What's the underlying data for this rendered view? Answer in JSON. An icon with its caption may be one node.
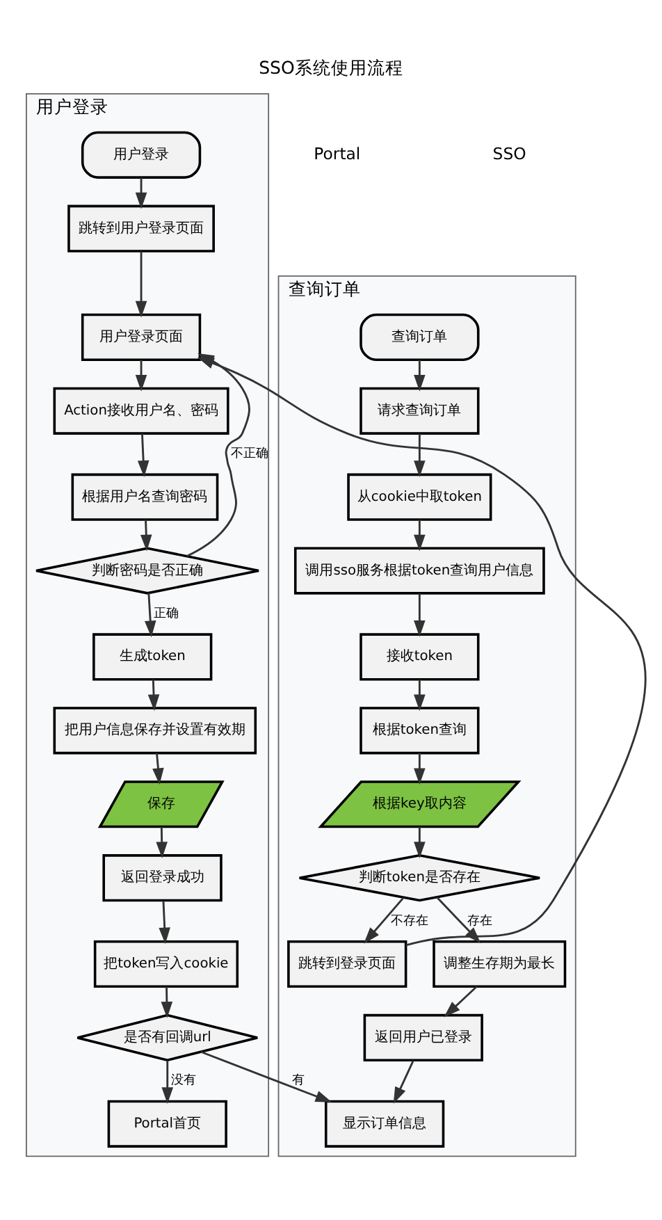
{
  "diagram": {
    "title": "SSO系统使用流程",
    "nodes": [
      {
        "text": [
          "用户登录"
        ]
      },
      {
        "text": [
          "用户登录"
        ],
        "in": 0
      },
      {
        "text": [
          "跳转到用户登录页面"
        ],
        "in": 0
      },
      {
        "text": [
          "用户登录页面"
        ],
        "in": 0
      },
      {
        "text": [
          "Action接收用户名、密码"
        ],
        "in": 0
      },
      {
        "text": [
          "根据用户名查询密码"
        ],
        "in": 0
      },
      {
        "text": [
          "判断密码是否正确"
        ],
        "in": 0
      },
      {
        "text": [
          "生成token"
        ],
        "in": 0
      },
      {
        "text": [
          "把用户信息保存并设置有效期"
        ],
        "in": 0
      },
      {
        "text": [
          "保存"
        ],
        "in": 0
      },
      {
        "text": [
          "返回登录成功"
        ],
        "in": 0
      },
      {
        "text": [
          "把token写入cookie"
        ],
        "in": 0
      },
      {
        "text": [
          "是否有回调url"
        ],
        "in": 0
      },
      {
        "text": [
          "Portal首页"
        ],
        "in": 0
      },
      {
        "text": [
          "查询订单"
        ]
      },
      {
        "text": [
          "查询订单"
        ],
        "in": 14
      },
      {
        "text": [
          "请求查询订单"
        ],
        "in": 14
      },
      {
        "text": [
          "从cookie中取token"
        ],
        "in": 14
      },
      {
        "text": [
          "调用sso服务根据token查询用户信息"
        ],
        "in": 14
      },
      {
        "text": [
          "接收token"
        ],
        "in": 14
      },
      {
        "text": [
          "根据token查询"
        ],
        "in": 14
      },
      {
        "text": [
          "根据key取内容"
        ],
        "in": 14
      },
      {
        "text": [
          "判断token是否存在"
        ],
        "in": 14
      },
      {
        "text": [
          "跳转到登录页面"
        ],
        "in": 14
      },
      {
        "text": [
          "调整生存期为最长"
        ],
        "in": 14
      },
      {
        "text": [
          "返回用户已登录"
        ],
        "in": 14
      },
      {
        "text": [
          "显示订单信息"
        ],
        "in": 14
      }
    ],
    "edges": [
      {
        "from": 1,
        "to": 2,
        "arrow": "to"
      },
      {
        "from": 2,
        "to": 3,
        "arrow": "to"
      },
      {
        "from": 3,
        "to": 4,
        "arrow": "to"
      },
      {
        "from": 4,
        "to": 5,
        "arrow": "to"
      },
      {
        "from": 5,
        "to": 6,
        "arrow": "to"
      },
      {
        "from": 6,
        "to": 3,
        "arrow": "to",
        "label": "不正确"
      },
      {
        "from": 6,
        "to": 7,
        "arrow": "to",
        "label": "正确"
      },
      {
        "from": 7,
        "to": 8,
        "arrow": "to"
      },
      {
        "from": 8,
        "to": 9,
        "arrow": "to"
      },
      {
        "from": 9,
        "to": 10,
        "arrow": "to"
      },
      {
        "from": 10,
        "to": 11,
        "arrow": "to"
      },
      {
        "from": 11,
        "to": 12,
        "arrow": "to"
      },
      {
        "from": 12,
        "to": 13,
        "arrow": "to",
        "label": "没有"
      },
      {
        "from": 12,
        "to": 26,
        "arrow": "to",
        "label": "有"
      },
      {
        "from": 15,
        "to": 16,
        "arrow": "to"
      },
      {
        "from": 16,
        "to": 17,
        "arrow": "to"
      },
      {
        "from": 17,
        "to": 18,
        "arrow": "to"
      },
      {
        "from": 18,
        "to": 19,
        "arrow": "to"
      },
      {
        "from": 19,
        "to": 20,
        "arrow": "to"
      },
      {
        "from": 20,
        "to": 21,
        "arrow": "to"
      },
      {
        "from": 21,
        "to": 22,
        "arrow": "to"
      },
      {
        "from": 22,
        "to": 23,
        "arrow": "to",
        "label": "不存在"
      },
      {
        "from": 22,
        "to": 24,
        "arrow": "to",
        "label": "存在"
      },
      {
        "from": 24,
        "to": 25,
        "arrow": "to"
      },
      {
        "from": 25,
        "to": 26,
        "arrow": "to"
      },
      {
        "from": 23,
        "to": 3,
        "arrow": "to"
      }
    ],
    "labels": [
      "Portal",
      "SSO"
    ]
  }
}
